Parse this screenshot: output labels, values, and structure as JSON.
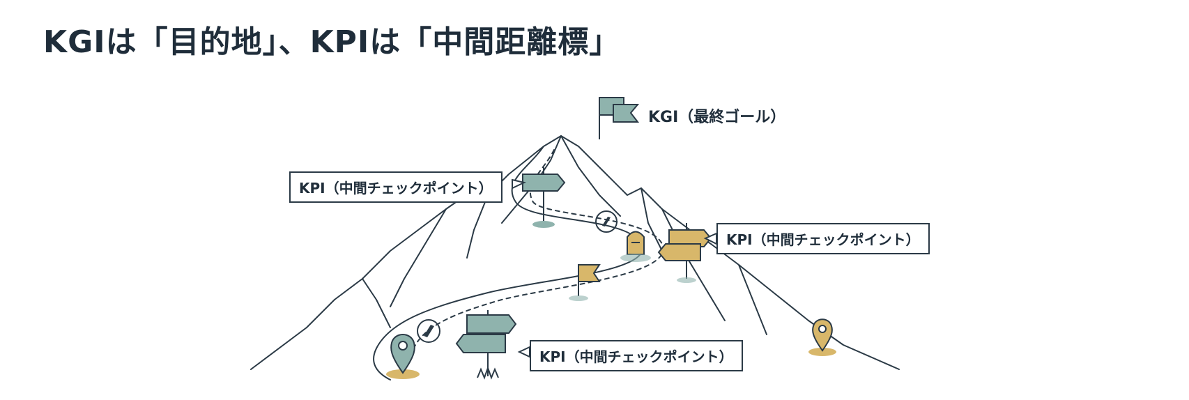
{
  "title": "KGIは「目的地」、KPIは「中間距離標」",
  "labels": {
    "kgi": "KGI（最終ゴール）",
    "kpi_top": "KPI（中間チェックポイント）",
    "kpi_right": "KPI（中間チェックポイント）",
    "kpi_bottom": "KPI（中間チェックポイント）"
  },
  "colors": {
    "ink": "#2b3a46",
    "teal": "#8fb3ad",
    "gold": "#d8b76a"
  }
}
